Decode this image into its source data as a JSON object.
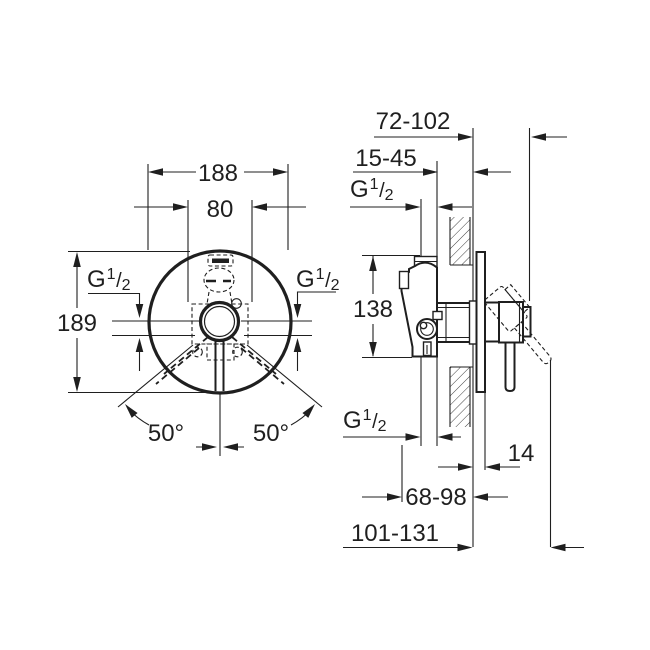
{
  "front_view": {
    "plate_width": "188",
    "port_spacing": "80",
    "overall_height": "189",
    "angle_left": "50°",
    "angle_right": "50°"
  },
  "side_view": {
    "handle_to_wall_range": "72-102",
    "tile_depth_range": "15-45",
    "body_height": "138",
    "escutcheon_depth": "14",
    "body_depth_range": "68-98",
    "overall_depth_range": "101-131"
  },
  "thread_label": {
    "base": "G",
    "sup": "1",
    "slash": "/",
    "sub": "2"
  },
  "colors": {
    "ink": "#1f1f1f",
    "background": "#ffffff"
  }
}
